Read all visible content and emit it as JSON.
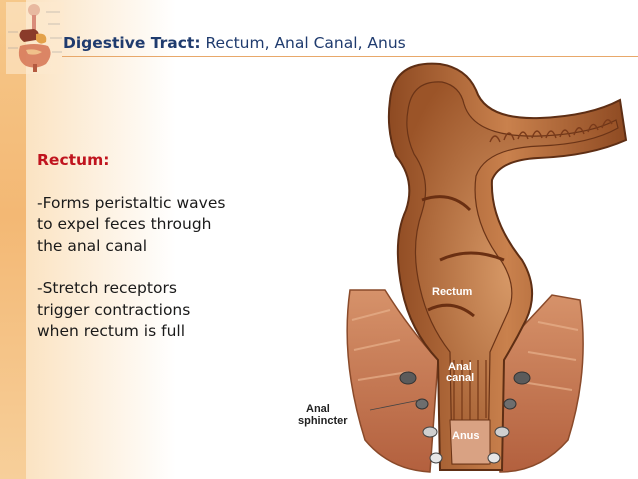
{
  "title": {
    "bold": "Digestive Tract:",
    "rest": "Rectum, Anal Canal, Anus"
  },
  "content": {
    "heading": "Rectum:",
    "bullet1": [
      "-Forms peristaltic waves",
      "to expel feces through",
      "the anal canal"
    ],
    "bullet2": [
      "-Stretch receptors",
      "trigger contractions",
      "when rectum is full"
    ]
  },
  "figure": {
    "labels": {
      "rectum": "Rectum",
      "anal_canal_1": "Anal",
      "anal_canal_2": "canal",
      "anal_sphincter_1": "Anal",
      "anal_sphincter_2": "sphincter",
      "anus": "Anus"
    }
  },
  "colors": {
    "accent_band": "#f3b874",
    "title_text": "#1f3b6e",
    "heading_red": "#c0141e",
    "tissue": "#b86a3a"
  }
}
